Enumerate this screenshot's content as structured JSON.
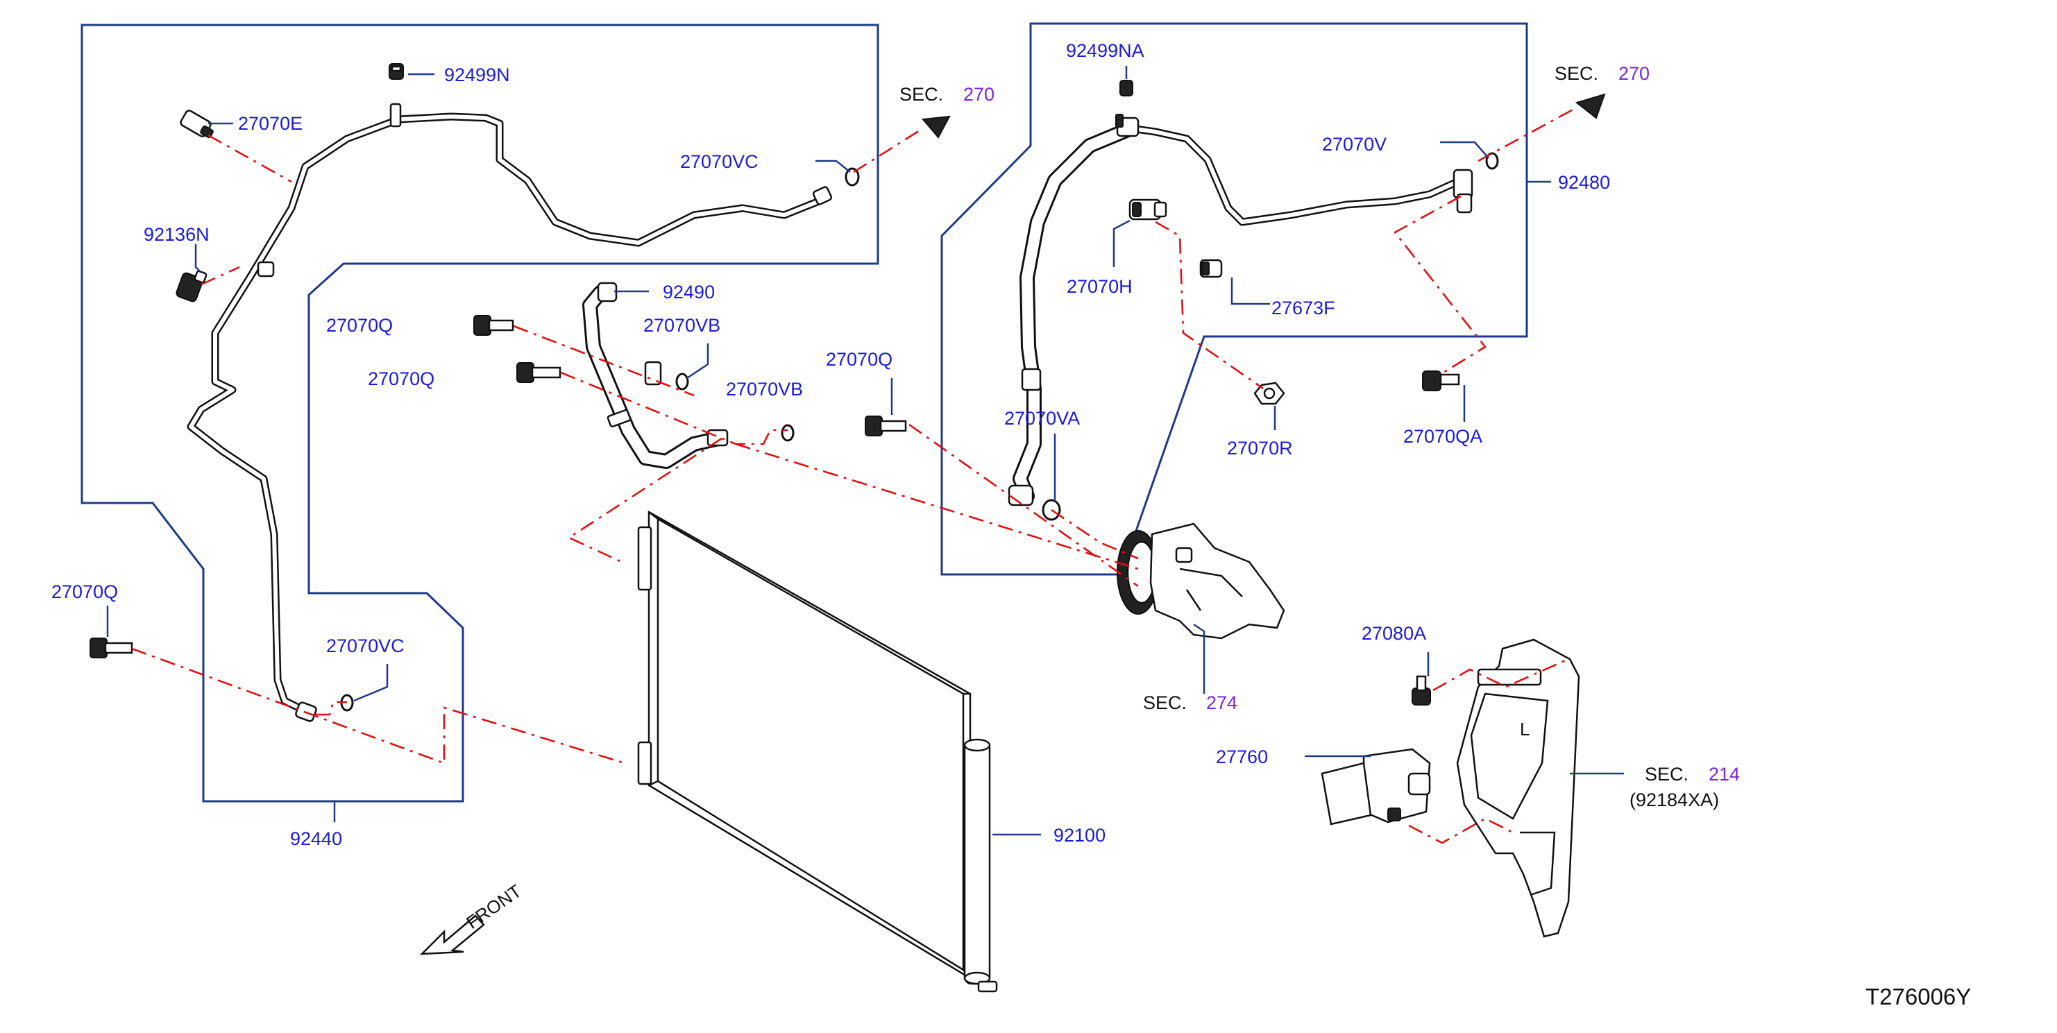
{
  "drawing_id": "T276006Y",
  "front_label": "FRONT",
  "sections": {
    "sec_label": "SEC.",
    "sec270_a": "270",
    "sec270_b": "270",
    "sec274": "274",
    "sec214": "214",
    "sec214_sub": "(92184XA)"
  },
  "parts": {
    "p92499N": "92499N",
    "p27070E": "27070E",
    "p27070VC_top": "27070VC",
    "p92136N": "92136N",
    "p92490": "92490",
    "p27070Q_a": "27070Q",
    "p27070VB_a": "27070VB",
    "p27070Q_b": "27070Q",
    "p27070VB_b": "27070VB",
    "p27070Q_c": "27070Q",
    "p27070Q_d": "27070Q",
    "p27070VC_bot": "27070VC",
    "p92440": "92440",
    "p92499NA": "92499NA",
    "p27070V": "27070V",
    "p92480": "92480",
    "p27070H": "27070H",
    "p27673F": "27673F",
    "p27070VA": "27070VA",
    "p27070R": "27070R",
    "p27070QA": "27070QA",
    "p27080A": "27080A",
    "p27760": "27760",
    "p92100": "92100"
  }
}
